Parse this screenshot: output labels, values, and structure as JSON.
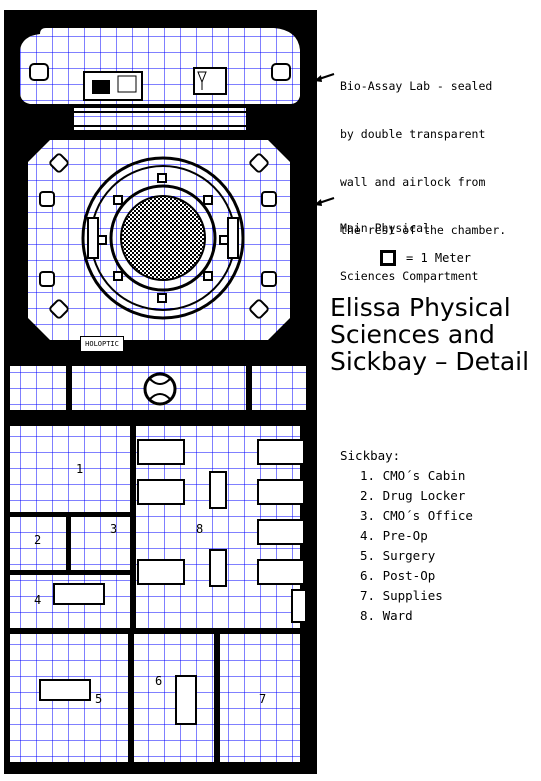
{
  "annotations": {
    "bio_assay": [
      "Bio-Assay Lab - sealed",
      "by double transparent",
      "wall and airlock from",
      "the rest of the chamber."
    ],
    "main_physical": [
      "Main Physical",
      "Sciences Compartment"
    ]
  },
  "legend": {
    "text": "= 1 Meter"
  },
  "title": [
    "Elissa Physical",
    "Sciences and",
    "Sickbay – Detail"
  ],
  "holoptic_label": "HOLOPTIC",
  "sickbay": {
    "heading": "Sickbay:",
    "items": [
      "1. CMO´s Cabin",
      "2. Drug Locker",
      "3. CMO´s Office",
      "4. Pre-Op",
      "5. Surgery",
      "6. Post-Op",
      "7. Supplies",
      "8. Ward"
    ]
  },
  "room_numbers": [
    "1",
    "2",
    "3",
    "4",
    "5",
    "6",
    "7",
    "8"
  ],
  "colors": {
    "grid": "#0000ff",
    "wall": "#000000",
    "floor": "#ffffff"
  }
}
